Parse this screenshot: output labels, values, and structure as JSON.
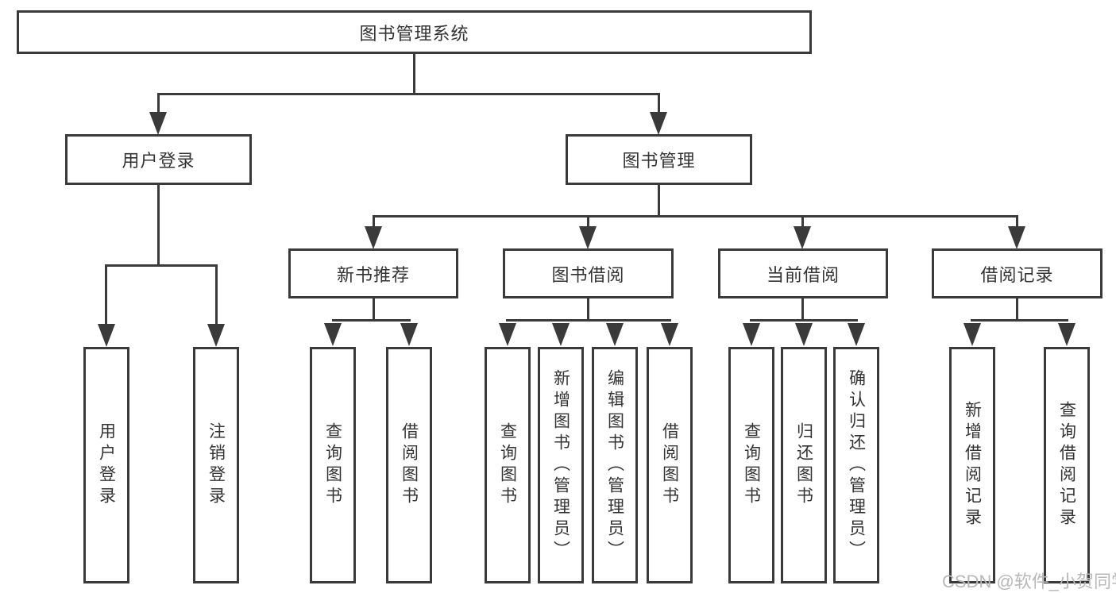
{
  "nodes": {
    "root": "图书管理系统",
    "level2": [
      "用户登录",
      "图书管理"
    ],
    "level3": [
      "新书推荐",
      "图书借阅",
      "当前借阅",
      "借阅记录"
    ],
    "leaves": [
      "用户登录",
      "注销登录",
      "查询图书",
      "借阅图书",
      "查询图书",
      "新增图书（管理员）",
      "编辑图书（管理员）",
      "借阅图书",
      "查询图书",
      "归还图书",
      "确认归还（管理员）",
      "新增借阅记录",
      "查询借阅记录"
    ]
  },
  "watermark": "CSDN @软件_小贺同学",
  "colors": {
    "line": "#3a3a3a",
    "text": "#333333",
    "watermark": "#b8b8b8",
    "background": "#ffffff"
  }
}
